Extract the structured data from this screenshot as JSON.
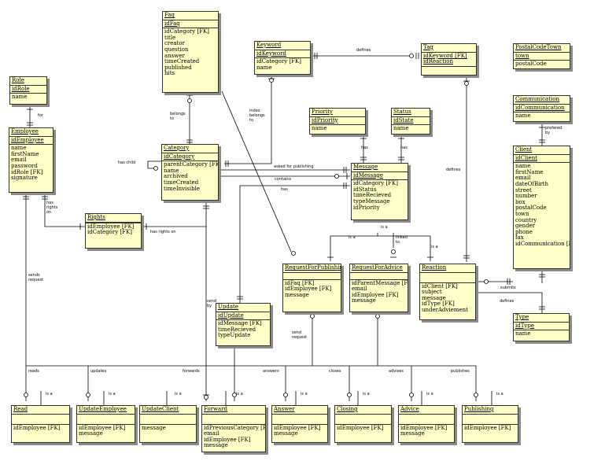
{
  "entities": {
    "faq": {
      "title": "Faq",
      "pk": [
        "idFaq"
      ],
      "attrs": [
        "idCategory [FK]",
        "title",
        "creator",
        "question",
        "answer",
        "timeCreated",
        "published",
        "hits"
      ]
    },
    "keyword": {
      "title": "Keyword",
      "pk": [
        "idKeyword"
      ],
      "attrs": [
        "idCategory [FK]",
        "name"
      ]
    },
    "tag": {
      "title": "Tag",
      "pk": [
        "idKeyword [FK]",
        "idReaction"
      ],
      "attrs": []
    },
    "postalcodetown": {
      "title": "PostalCodeTown",
      "pk": [
        "town"
      ],
      "attrs": [
        "postalCode"
      ]
    },
    "role": {
      "title": "Role",
      "pk": [
        "idRole"
      ],
      "attrs": [
        "name"
      ]
    },
    "communication": {
      "title": "Communication",
      "pk": [
        "idCommunication"
      ],
      "attrs": [
        "name"
      ]
    },
    "priority": {
      "title": "Priority",
      "pk": [
        "idPriority"
      ],
      "attrs": [
        "name"
      ]
    },
    "status": {
      "title": "Status",
      "pk": [
        "idState"
      ],
      "attrs": [
        "name"
      ]
    },
    "employee": {
      "title": "Employee",
      "pk": [
        "idEmployee"
      ],
      "attrs": [
        "name",
        "firstName",
        "email",
        "password",
        "idRole [FK]",
        "signature"
      ]
    },
    "category": {
      "title": "Category",
      "pk": [
        "idCategory"
      ],
      "attrs": [
        "parentCategory [FK]",
        "name",
        "archived",
        "timeCreated",
        "timeInvisible"
      ]
    },
    "message": {
      "title": "Message",
      "pk": [
        "idMessage"
      ],
      "attrs": [
        "idCategory [FK]",
        "idStatus",
        "timeRecieved",
        "typeMessage",
        "idPriority"
      ]
    },
    "client": {
      "title": "Client",
      "pk": [
        "idClient"
      ],
      "attrs": [
        "name",
        "firstName",
        "email",
        "dateOfBirth",
        "street",
        "number",
        "box",
        "postalCode",
        "town",
        "country",
        "gender",
        "phone",
        "fax",
        "idCommunication [FK]"
      ]
    },
    "rights": {
      "title": "Rights",
      "pk": [],
      "attrs": [
        "idEmployee [FK]",
        "idCategory [FK]"
      ]
    },
    "requestforpublishing": {
      "title": "RequestForPublishing",
      "pk": [],
      "attrs": [
        "idFaq [FK]",
        "idEmployee [FK]",
        "message"
      ]
    },
    "requestforadvice": {
      "title": "RequestForAdvice",
      "pk": [],
      "attrs": [
        "idParentMessage [FK]",
        "email",
        "idEmployee [FK]",
        "message"
      ]
    },
    "reaction": {
      "title": "Reaction",
      "pk": [],
      "attrs": [
        "idClient [FK]",
        "subject",
        "message",
        "idType [FK]",
        "underAdviement"
      ]
    },
    "update": {
      "title": "Update",
      "pk": [
        "idUpdate"
      ],
      "attrs": [
        "idMessage [FK]",
        "timeRecieved",
        "typeUpdate"
      ]
    },
    "type": {
      "title": "Type",
      "pk": [
        "idType"
      ],
      "attrs": [
        "name"
      ]
    },
    "read": {
      "title": "Read",
      "pk": [],
      "attrs": [
        "idEmployee [FK]"
      ]
    },
    "updateemployee": {
      "title": "UpdateEmployee",
      "pk": [],
      "attrs": [
        "idEmployee [FK]",
        "message"
      ]
    },
    "updateclient": {
      "title": "UpdateClient",
      "pk": [],
      "attrs": [
        "message"
      ]
    },
    "forward": {
      "title": "Forward",
      "pk": [],
      "attrs": [
        "idPreviousCategory [FK]",
        "email",
        "idEmployee [FK]",
        "message"
      ]
    },
    "answer": {
      "title": "Answer",
      "pk": [],
      "attrs": [
        "idEmployee [FK]",
        "message"
      ]
    },
    "closing": {
      "title": "Closing",
      "pk": [],
      "attrs": [
        "idEmployee [FK]"
      ]
    },
    "advice": {
      "title": "Advice",
      "pk": [],
      "attrs": [
        "idEmployee [FK]",
        "message"
      ]
    },
    "publishing": {
      "title": "Publishing",
      "pk": [],
      "attrs": [
        "idEmployee [FK]"
      ]
    }
  },
  "labels": {
    "defines_tag": "defines",
    "for_role": "for",
    "belongs_to": "belongs\nto",
    "index_belongs": "index\nbelongs\nto",
    "has_child": "has child",
    "asked_for_publishing": "asked for publishing",
    "contains": "contains",
    "has_update": "has",
    "has_priority": "has",
    "has_status": "has",
    "defines_reaction": "defines",
    "prefered_by": "prefered\nby",
    "has_rights_on_emp": "has\nrights\non",
    "has_rights_on": "has rights on",
    "sends_request": "sends\nrequest",
    "sent_by": "send\nby",
    "send_request": "send\nrequest",
    "is_a_1": "is a",
    "is_a_2": "is a",
    "linked_to": "linked\nto",
    "is_a_3": "is a",
    "submits": "submits",
    "defines_type": "defines",
    "reads": "reads",
    "updates": "updates",
    "forwards": "forwards",
    "answers": "answers",
    "closes": "closes",
    "advises": "advises",
    "publishes": "publishes",
    "is_a_read": "is a",
    "is_a_ue": "is a",
    "is_a_uc": "is a",
    "is_a_fw": "is a",
    "is_a_an": "is a",
    "is_a_cl": "is a",
    "is_a_ad": "is a",
    "is_a_pu": "is a"
  }
}
